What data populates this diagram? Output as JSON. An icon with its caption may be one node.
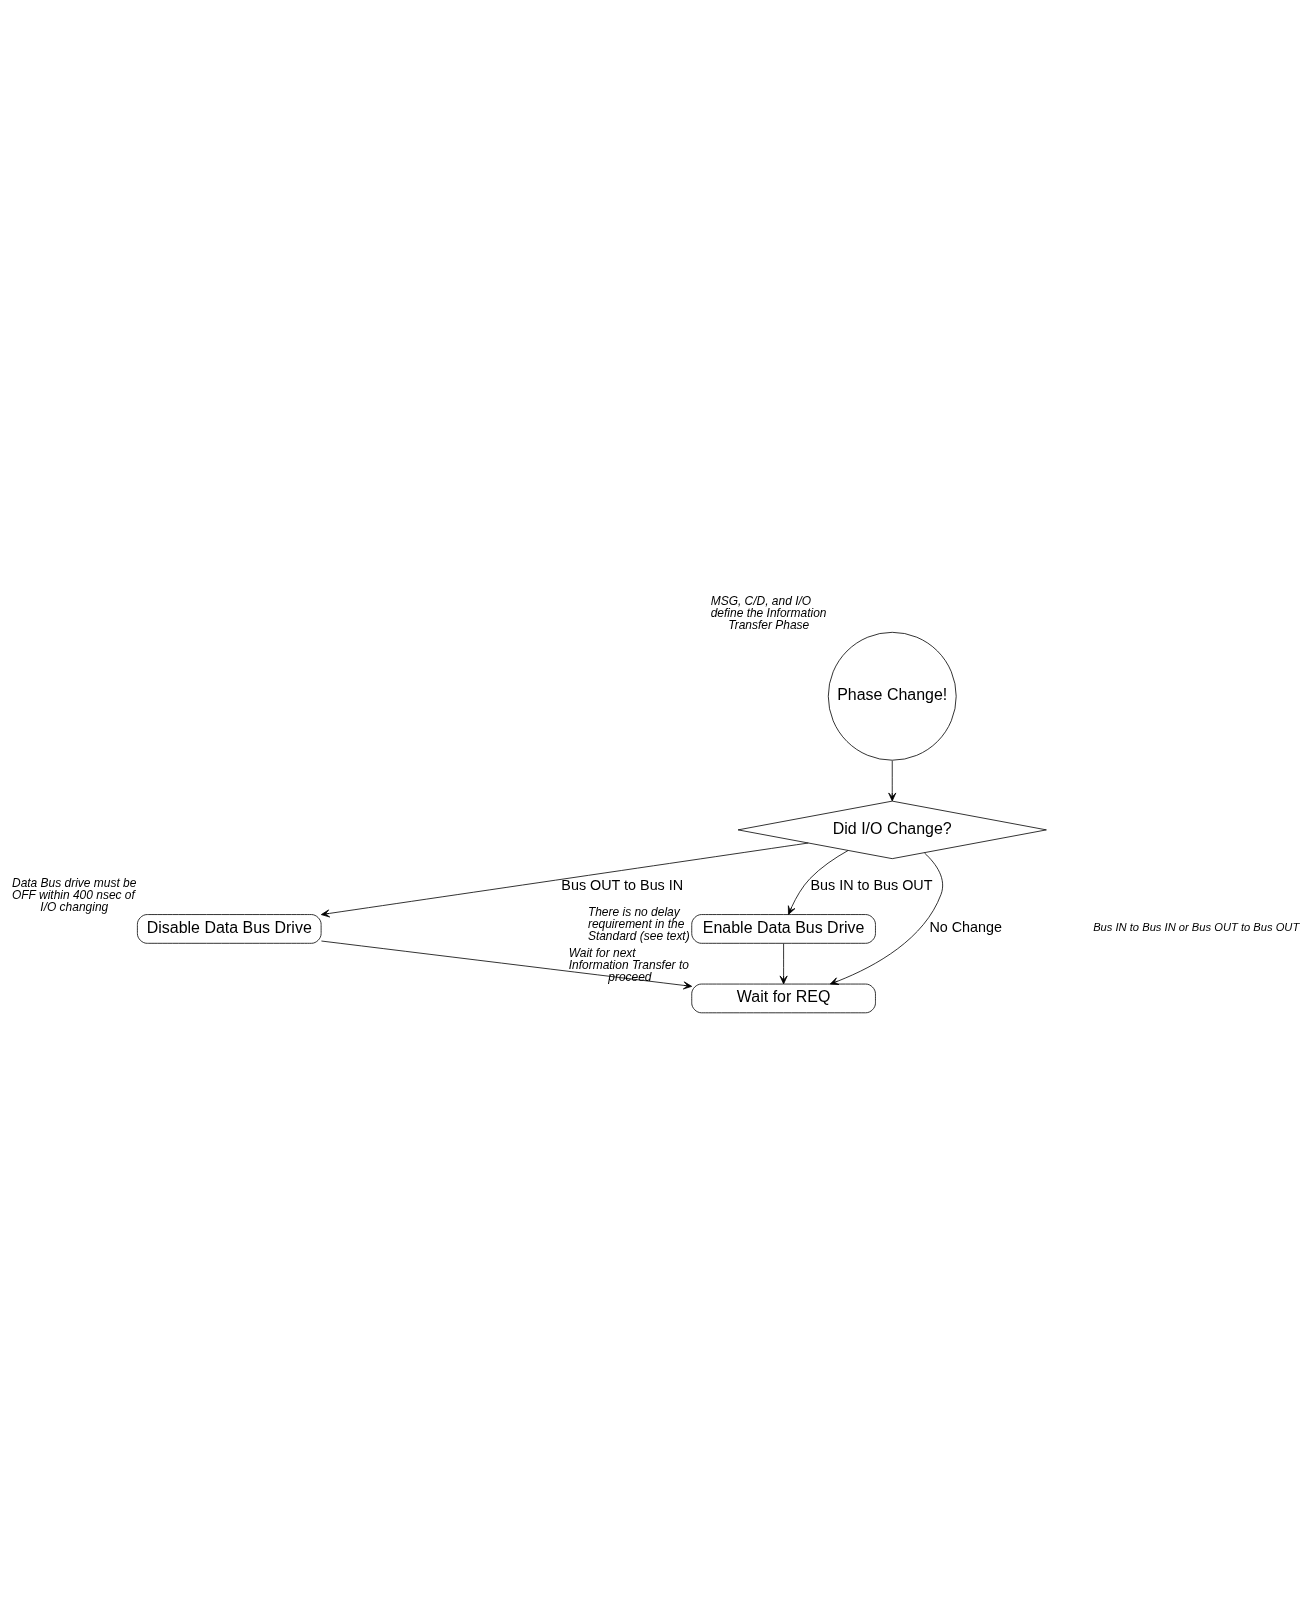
{
  "diagram": {
    "nodes": [
      {
        "text": [
          "Phase Change!"
        ],
        "beside": [
          "MSG, C/D, and I/O define the Information Transfer Phase"
        ]
      },
      {
        "text": [
          "Did I/O Change?"
        ]
      },
      {
        "text": [
          "Disable Data Bus Drive"
        ],
        "beside": [
          "Data Bus drive must be OFF within 400 nsec of I/O changing"
        ]
      },
      {
        "text": [
          "Enable Data Bus Drive"
        ],
        "beside": [
          "There is no delay requirement in the Standard (see text)"
        ]
      },
      {
        "text": [
          "Wait for REQ"
        ],
        "beside": [
          "Wait for next Information Transfer to proceed"
        ]
      }
    ],
    "edges": [
      {
        "from": 0,
        "to": 1,
        "arrow": "to"
      },
      {
        "from": 1,
        "to": 2,
        "arrow": "to",
        "label": "Bus OUT to Bus IN"
      },
      {
        "from": 1,
        "to": 4,
        "arrow": "to",
        "label": "No Change"
      },
      {
        "from": 1,
        "to": 3,
        "arrow": "to",
        "label": "Bus IN to Bus OUT"
      },
      {
        "from": 2,
        "to": 4,
        "arrow": "to"
      },
      {
        "from": 3,
        "to": 4,
        "arrow": "to"
      }
    ],
    "labels": [
      "Bus IN to Bus IN or Bus OUT to Bus OUT"
    ]
  }
}
